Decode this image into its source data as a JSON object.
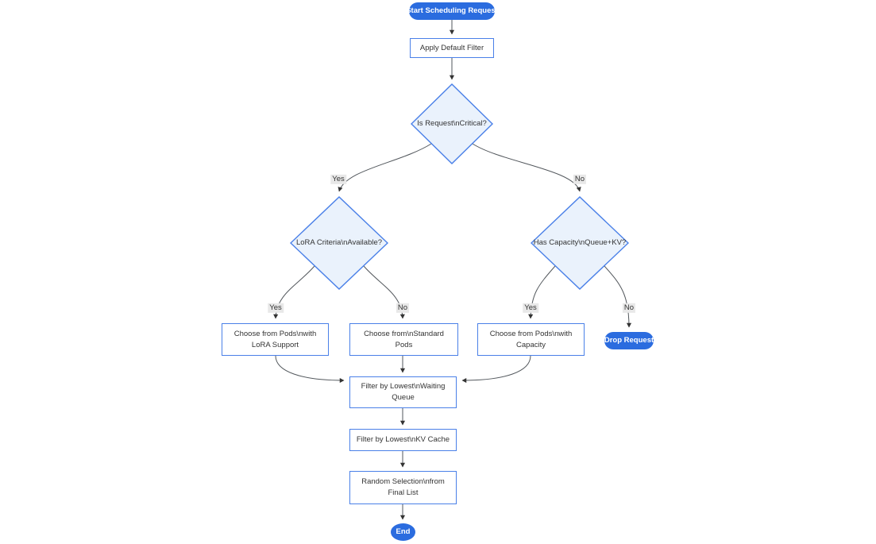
{
  "diagram": {
    "type": "flowchart",
    "colors": {
      "accent_blue": "#2b6cdf",
      "node_border": "#4a80e8",
      "decision_fill": "#eaf2fc",
      "process_fill": "#ffffff",
      "edge": "#52575c",
      "edge_label_bg": "#e8e8e8",
      "text_dark": "#333333",
      "text_light": "#ffffff"
    },
    "nodes": {
      "start": {
        "type": "stadium",
        "lines": [
          "Start Scheduling Request"
        ]
      },
      "apply_default_filter": {
        "type": "process",
        "lines": [
          "Apply Default Filter"
        ]
      },
      "is_critical": {
        "type": "decision",
        "lines": [
          "Is Request\\nCritical?"
        ]
      },
      "lora_criteria": {
        "type": "decision",
        "lines": [
          "LoRA Criteria\\nAvailable?"
        ]
      },
      "has_capacity": {
        "type": "decision",
        "lines": [
          "Has Capacity\\nQueue+KV?"
        ]
      },
      "pods_lora": {
        "type": "process",
        "lines": [
          "Choose from Pods\\nwith",
          "LoRA Support"
        ]
      },
      "standard_pods": {
        "type": "process",
        "lines": [
          "Choose from\\nStandard",
          "Pods"
        ]
      },
      "pods_capacity": {
        "type": "process",
        "lines": [
          "Choose from Pods\\nwith",
          "Capacity"
        ]
      },
      "drop_request": {
        "type": "stadium",
        "lines": [
          "Drop Request"
        ]
      },
      "filter_waiting": {
        "type": "process",
        "lines": [
          "Filter by Lowest\\nWaiting",
          "Queue"
        ]
      },
      "filter_kv": {
        "type": "process",
        "lines": [
          "Filter by Lowest\\nKV Cache"
        ]
      },
      "random_selection": {
        "type": "process",
        "lines": [
          "Random Selection\\nfrom",
          "Final List"
        ]
      },
      "end": {
        "type": "stadium",
        "lines": [
          "End"
        ]
      }
    },
    "edges": [
      {
        "from": "start",
        "to": "apply_default_filter",
        "label": ""
      },
      {
        "from": "apply_default_filter",
        "to": "is_critical",
        "label": ""
      },
      {
        "from": "is_critical",
        "to": "lora_criteria",
        "label": "Yes"
      },
      {
        "from": "is_critical",
        "to": "has_capacity",
        "label": "No"
      },
      {
        "from": "lora_criteria",
        "to": "pods_lora",
        "label": "Yes"
      },
      {
        "from": "lora_criteria",
        "to": "standard_pods",
        "label": "No"
      },
      {
        "from": "has_capacity",
        "to": "pods_capacity",
        "label": "Yes"
      },
      {
        "from": "has_capacity",
        "to": "drop_request",
        "label": "No"
      },
      {
        "from": "pods_lora",
        "to": "filter_waiting",
        "label": ""
      },
      {
        "from": "standard_pods",
        "to": "filter_waiting",
        "label": ""
      },
      {
        "from": "pods_capacity",
        "to": "filter_waiting",
        "label": ""
      },
      {
        "from": "filter_waiting",
        "to": "filter_kv",
        "label": ""
      },
      {
        "from": "filter_kv",
        "to": "random_selection",
        "label": ""
      },
      {
        "from": "random_selection",
        "to": "end",
        "label": ""
      }
    ]
  }
}
